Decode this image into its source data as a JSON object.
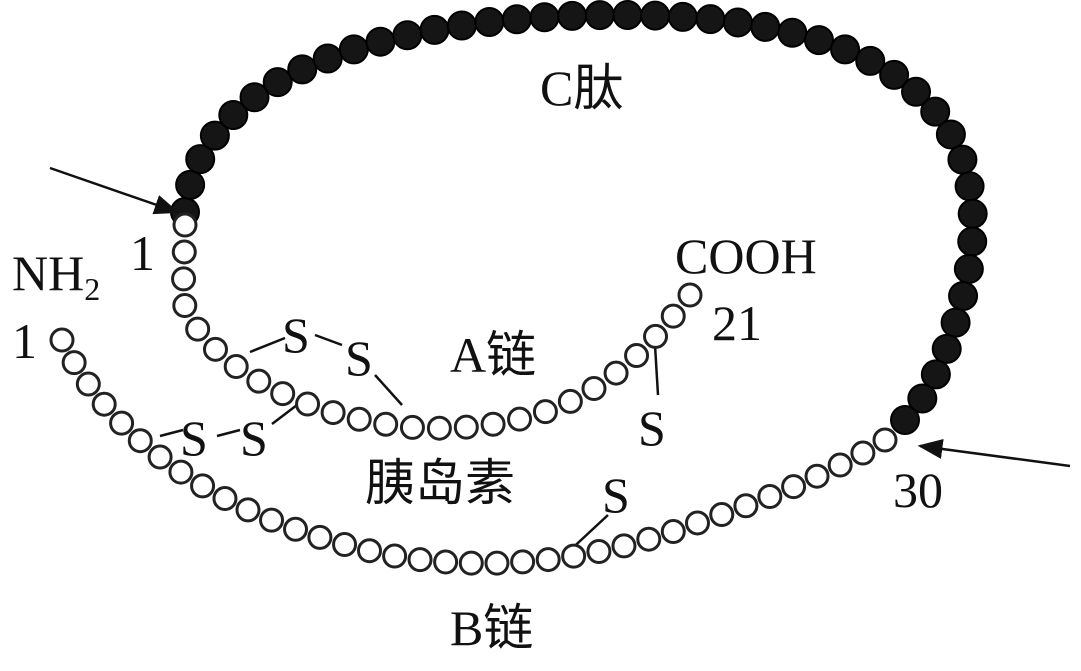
{
  "labels": {
    "c_peptide": "C肽",
    "nh2": "NH",
    "nh2_sub": "2",
    "b_start": "1",
    "a_start": "1",
    "cooh": "COOH",
    "a_end": "21",
    "a_chain": "A链",
    "b_chain": "B链",
    "insulin": "胰岛素",
    "b_end": "30",
    "s": "S"
  },
  "bead_counts": {
    "c_peptide": 44,
    "a_chain": 21,
    "b_chain": 30
  },
  "colors": {
    "ink": "#111111",
    "dark_bead": "#151515"
  }
}
